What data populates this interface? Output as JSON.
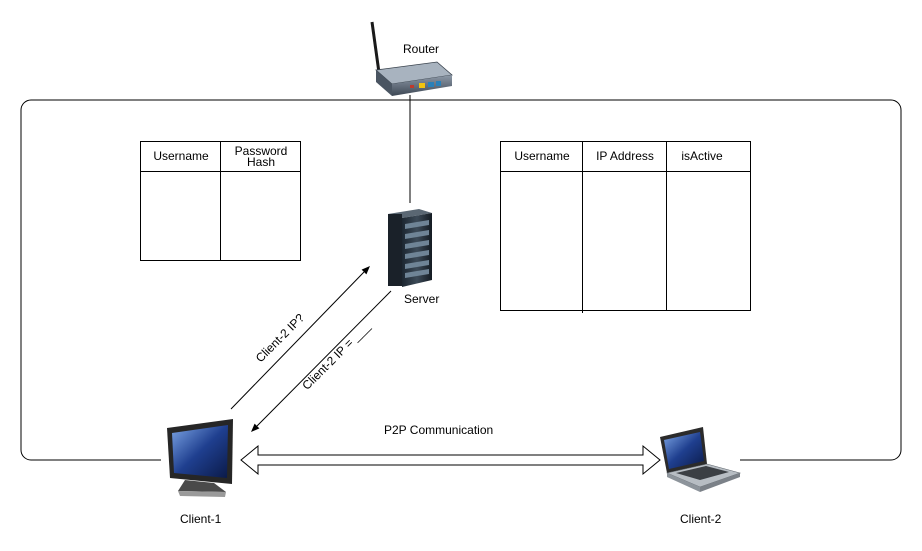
{
  "diagram": {
    "nodes": {
      "router": "Router",
      "server": "Server",
      "client1": "Client-1",
      "client2": "Client-2"
    },
    "edges": {
      "query": "Client-2 IP?",
      "reply": "Client-2 IP = ___",
      "p2p": "P2P Communication"
    },
    "tables": {
      "credentials": {
        "headers": [
          "Username",
          "Password Hash"
        ]
      },
      "directory": {
        "headers": [
          "Username",
          "IP Address",
          "isActive"
        ]
      }
    }
  }
}
